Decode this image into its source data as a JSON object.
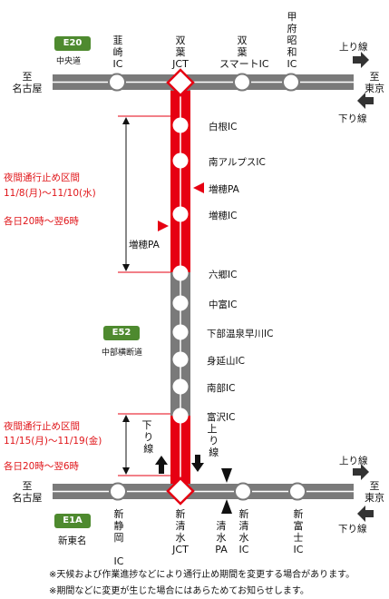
{
  "top_road": {
    "badge": "E20",
    "name": "中央道",
    "left_terminal": "至\n名古屋",
    "right_terminal": "至\n東京",
    "up_label": "上り線",
    "down_label": "下り線",
    "ics": [
      {
        "label": "韮\n崎\nIC"
      },
      {
        "label": "双\n葉\nJCT"
      },
      {
        "label": "双\n葉\nスマートIC"
      },
      {
        "label": "甲\n府\n昭\n和\nIC"
      }
    ]
  },
  "mid_road": {
    "badge": "E52",
    "name": "中部横断道",
    "stops": [
      {
        "label": "白根IC"
      },
      {
        "label": "南アルプスIC"
      },
      {
        "label": "増穂PA"
      },
      {
        "label": "増穂IC"
      },
      {
        "label": "増穂PA"
      },
      {
        "label": "六郷IC"
      },
      {
        "label": "中富IC"
      },
      {
        "label": "下部温泉早川IC"
      },
      {
        "label": "身延山IC"
      },
      {
        "label": "南部IC"
      },
      {
        "label": "富沢IC"
      }
    ],
    "down_label": "下\n り\n 線",
    "up_label": "上\n り\n 線"
  },
  "closure1": {
    "title": "夜間通行止め区間",
    "dates": "11/8(月)～11/10(水)",
    "hours": "各日20時～翌6時"
  },
  "closure2": {
    "title": "夜間通行止め区間",
    "dates": "11/15(月)～11/19(金)",
    "hours": "各日20時～翌6時"
  },
  "bottom_road": {
    "badge": "E1A",
    "name": "新東名",
    "left_terminal": "至\n名古屋",
    "right_terminal": "至\n東京",
    "up_label": "上り線",
    "down_label": "下り線",
    "ics": [
      {
        "label": "新\n静\n岡\n\nIC"
      },
      {
        "label": "新\n清\n水\nJCT"
      },
      {
        "label": "清\n水\nPA"
      },
      {
        "label": "新\n清\n水\nIC"
      },
      {
        "label": "新\n富\n士\nIC"
      }
    ]
  },
  "notes": [
    "※天候および作業進捗などにより通行止め期間を変更する場合があります。",
    "※期間などに変更が生じた場合にはあらためてお知らせします。"
  ],
  "colors": {
    "road": "#7a7a7a",
    "closure": "#e60012",
    "badge": "#4e8a2f",
    "text_red": "#e0161a"
  }
}
